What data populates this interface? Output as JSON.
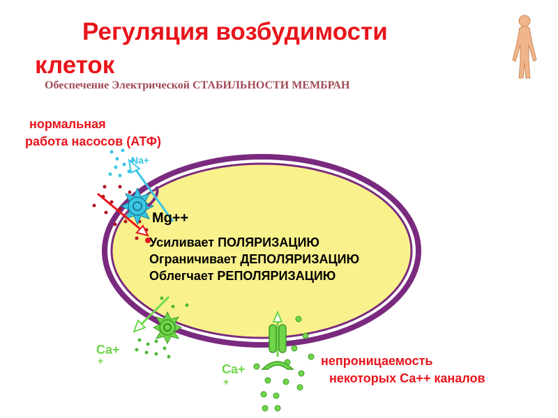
{
  "title": {
    "line1": "Регуляция возбудимости",
    "line2": "клеток"
  },
  "subtitle": "Обеспечение Электрической СТАБИЛЬНОСТИ МЕМБРАН",
  "pump_note": {
    "line1": "нормальная",
    "line2": "работа насосов (АТФ)"
  },
  "ion_labels": {
    "na": "Na+",
    "ca_left": [
      "Ca+",
      "+"
    ],
    "ca_bottom": [
      "Ca+",
      "+"
    ]
  },
  "cell_text": {
    "ion": "Mg++",
    "effects": [
      "Усиливает ПОЛЯРИЗАЦИЮ",
      "Ограничивает ДЕПОЛЯРИЗАЦИЮ",
      "Облегчает РЕПОЛЯРИЗАЦИЮ"
    ]
  },
  "channel_note": {
    "line1": "непроницаемость",
    "line2": "некоторых Са++ каналов"
  },
  "colors": {
    "title_red": "#e8141b",
    "subtitle": "#a04a55",
    "cell_fill": "#f9f28c",
    "membrane": "#7a2a7e",
    "cyan": "#39c6e6",
    "green": "#6fd64a",
    "dark_red": "#b01020"
  },
  "icons": [
    "human-figure-icon",
    "sodium-pump-icon",
    "calcium-pump-icon",
    "calcium-channel-icon"
  ]
}
